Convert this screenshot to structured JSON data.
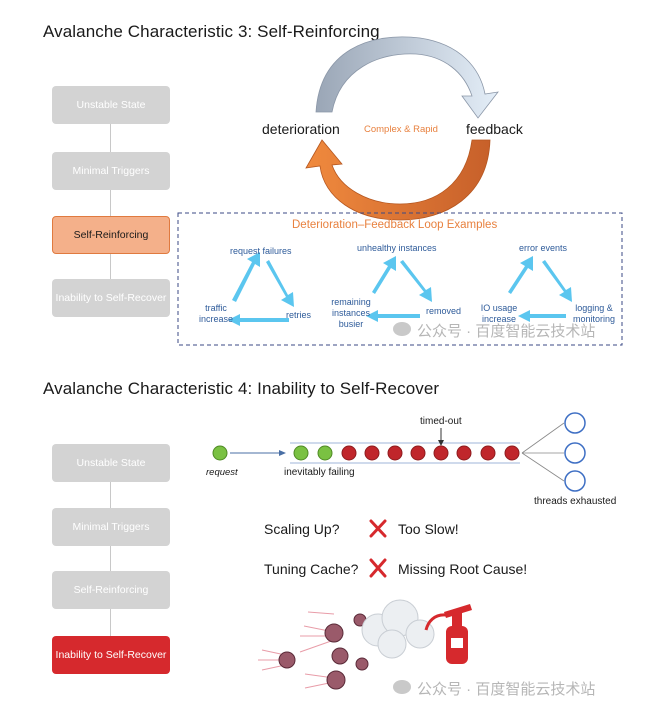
{
  "section1": {
    "title": "Avalanche Characteristic 3: Self-Reinforcing",
    "stages": [
      "Unstable State",
      "Minimal Triggers",
      "Self-Reinforcing",
      "Inability to Self-Recover"
    ],
    "cycle": {
      "left": "deterioration",
      "right": "feedback",
      "center": "Complex & Rapid"
    },
    "loops_title": "Deterioration–Feedback Loop Examples",
    "loop1": {
      "top": "request failures",
      "right": "retries",
      "left": "traffic increase"
    },
    "loop2": {
      "top": "unhealthy instances",
      "right": "removed",
      "left": "remaining instances busier"
    },
    "loop3": {
      "top": "error events",
      "right": "logging & monitoring",
      "left": "IO usage increase"
    }
  },
  "section2": {
    "title": "Avalanche Characteristic 4: Inability to Self-Recover",
    "stages": [
      "Unstable State",
      "Minimal Triggers",
      "Self-Reinforcing",
      "Inability to Self-Recover"
    ],
    "request_label": "request",
    "timed_out_label": "timed-out",
    "failing_label": "inevitably failing",
    "threads_label": "threads exhausted",
    "scaling_q": "Scaling Up?",
    "scaling_a": "Too Slow!",
    "cache_q": "Tuning Cache?",
    "cache_a": "Missing Root Cause!"
  },
  "watermark": "公众号 · 百度智能云技术站",
  "colors": {
    "orange": "#e8813f",
    "red": "#d6292d",
    "blue_arrow": "#5bc6ef",
    "green_dot": "#7ac142",
    "dark_red_dot": "#c0262b",
    "stage_gray": "#d3d3d3"
  }
}
